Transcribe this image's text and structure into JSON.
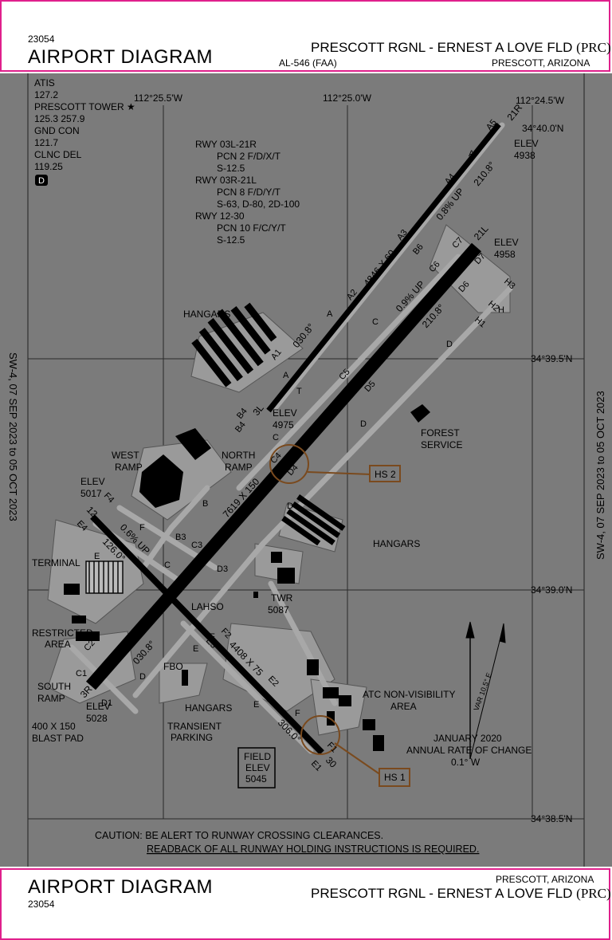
{
  "header": {
    "volume_number": "23054",
    "title": "AIRPORT DIAGRAM",
    "airport_name": "PRESCOTT RGNL - ERNEST A LOVE FLD",
    "airport_id": "(PRC)",
    "al_number": "AL-546 (FAA)",
    "location": "PRESCOTT, ARIZONA"
  },
  "footer": {
    "title": "AIRPORT DIAGRAM",
    "volume_number": "23054",
    "location": "PRESCOTT, ARIZONA",
    "airport_name": "PRESCOTT RGNL - ERNEST A LOVE FLD",
    "airport_id": "(PRC)"
  },
  "comms": {
    "atis_label": "ATIS",
    "atis_freq": "127.2",
    "tower_label": "PRESCOTT TOWER ★",
    "tower_freq": "125.3  257.9",
    "gnd_label": "GND CON",
    "gnd_freq": "121.7",
    "clnc_label": "CLNC DEL",
    "clnc_freq": "119.25",
    "d_badge": "D"
  },
  "coords": {
    "lon_left": "112°25.5'W",
    "lon_mid": "112°25.0'W",
    "lon_right": "112°24.5'W",
    "lat_top": "34°40.0'N",
    "lat_395": "34°39.5'N",
    "lat_390": "34°39.0'N",
    "lat_bottom": "34°38.5'N"
  },
  "side_notes": {
    "left": "SW-4,  07 SEP 2023  to  05 OCT 2023",
    "right": "SW-4,  07 SEP 2023  to  05 OCT 2023"
  },
  "runway_pcn": [
    "RWY 03L-21R",
    "PCN 2 F/D/X/T",
    "S-12.5",
    "RWY 03R-21L",
    "PCN 8 F/D/Y/T",
    "S-63, D-80, 2D-100",
    "RWY 12-30",
    "PCN 10 F/C/Y/T",
    "S-12.5"
  ],
  "labels": {
    "elev_21r": "ELEV",
    "elev_21r_val": "4938",
    "elev_21l": "ELEV",
    "elev_21l_val": "4958",
    "elev_3l": "ELEV",
    "elev_3l_val": "4975",
    "elev_12": "ELEV",
    "elev_12_val": "5017",
    "elev_3r": "ELEV",
    "elev_3r_val": "5028",
    "field_elev_1": "FIELD",
    "field_elev_2": "ELEV",
    "field_elev_val": "5045",
    "hangars_nw": "HANGARS",
    "hangars_e": "HANGARS",
    "hangars_s": "HANGARS",
    "west_ramp_1": "WEST",
    "west_ramp_2": "RAMP",
    "north_ramp_1": "NORTH",
    "north_ramp_2": "RAMP",
    "forest_1": "FOREST",
    "forest_2": "SERVICE",
    "terminal": "TERMINAL",
    "restricted_1": "RESTRICTED",
    "restricted_2": "AREA",
    "south_ramp_1": "SOUTH",
    "south_ramp_2": "RAMP",
    "blast_1": "400 X 150",
    "blast_2": "BLAST PAD",
    "fbo": "FBO",
    "transient_1": "TRANSIENT",
    "transient_2": "PARKING",
    "lahso": "LAHSO",
    "twr_1": "TWR",
    "twr_2": "5087",
    "atc_1": "ATC NON-VISIBILITY",
    "atc_2": "AREA",
    "hs1": "HS 1",
    "hs2": "HS 2",
    "rwy_03l_dims": "4846 X 60",
    "rwy_03r_dims": "7619 X 150",
    "rwy_12_dims": "4408 X 75",
    "hdg_210_a": "210.8°",
    "hdg_210_b": "210.8°",
    "hdg_030_a": "030.8°",
    "hdg_030_b": "030.8°",
    "hdg_126": "126.0°",
    "hdg_306": "306.0°",
    "slope_08": "0.8% UP",
    "slope_09": "0.9% UP",
    "slope_06": "0.6% UP",
    "var_note": "VAR 10.5° E",
    "annual_1": "JANUARY 2020",
    "annual_2": "ANNUAL RATE OF CHANGE",
    "annual_3": "0.1° W",
    "rwy_end_21r": "21R",
    "rwy_end_21l": "21L",
    "rwy_end_3l": "3L",
    "rwy_end_3r": "3R",
    "rwy_end_12": "12",
    "rwy_end_30": "30"
  },
  "taxiways": {
    "a": "A",
    "a1": "A1",
    "a2": "A2",
    "a3": "A3",
    "a4": "A4",
    "a5": "A5",
    "b": "B",
    "b3": "B3",
    "b4": "B4",
    "b6": "B6",
    "c": "C",
    "c1": "C1",
    "c2": "C2",
    "c3": "C3",
    "c4": "C4",
    "c5": "C5",
    "c6": "C6",
    "c7": "C7",
    "d": "D",
    "d1": "D1",
    "d3": "D3",
    "d4": "D4",
    "d5": "D5",
    "d6": "D6",
    "d7": "D7",
    "e": "E",
    "e1": "E1",
    "e2": "E2",
    "e3": "E3",
    "e4": "E4",
    "f": "F",
    "f1": "F1",
    "f2": "F2",
    "f4": "F4",
    "h": "H",
    "h1": "H1",
    "h2": "H2",
    "h3": "H3",
    "t": "T"
  },
  "caution": {
    "line1": "CAUTION: BE ALERT TO RUNWAY CROSSING CLEARANCES.",
    "line2": "READBACK OF ALL RUNWAY HOLDING INSTRUCTIONS IS REQUIRED."
  },
  "colors": {
    "plate_bg": "#7b7b7b",
    "band_border": "#e0208c",
    "hot_spot": "#7a4a1e",
    "runway": "#000000"
  }
}
